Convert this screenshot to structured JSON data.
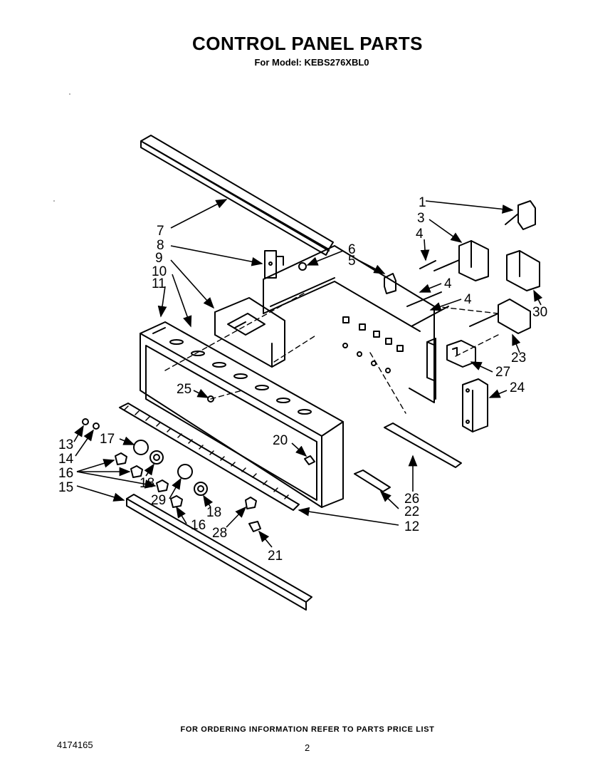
{
  "header": {
    "title": "CONTROL PANEL PARTS",
    "subtitle": "For Model: KEBS276XBL0"
  },
  "callouts": [
    "1",
    "3",
    "4",
    "4",
    "4",
    "5",
    "6",
    "7",
    "8",
    "9",
    "10",
    "11",
    "12",
    "13",
    "14",
    "15",
    "16",
    "16",
    "17",
    "18",
    "18",
    "20",
    "21",
    "22",
    "23",
    "24",
    "25",
    "26",
    "27",
    "28",
    "29",
    "30"
  ],
  "footer": {
    "note": "FOR ORDERING INFORMATION REFER TO PARTS PRICE LIST",
    "doc_number": "4174165",
    "page_number": "2"
  }
}
